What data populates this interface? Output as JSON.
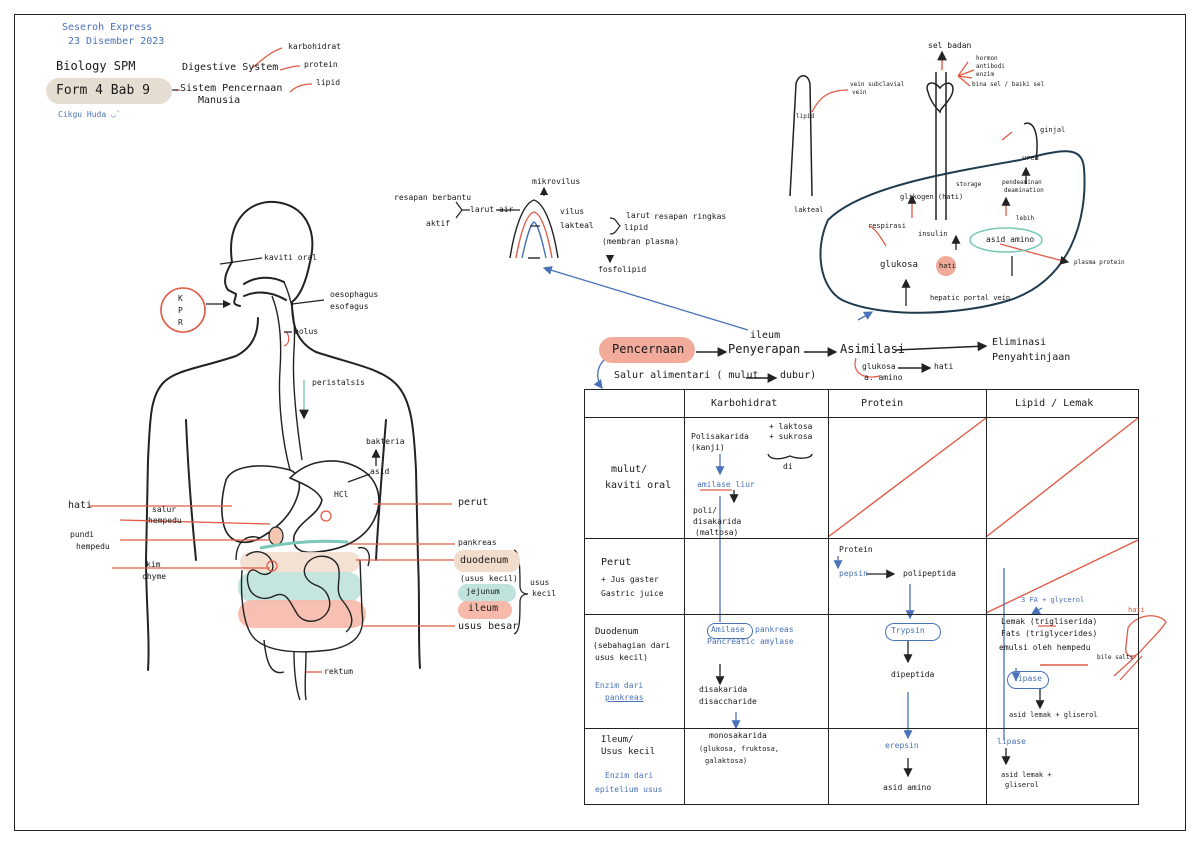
{
  "header": {
    "author_line1": "Seseroh Express",
    "author_line2": "23 Disember 2023",
    "subject": "Biology SPM",
    "chapter": "Form 4 Bab 9",
    "credit": "Cikgu Huda ◡̈",
    "topic_en": "Digestive System",
    "topic_ms_line1": "Sistem Pencernaan",
    "topic_ms_line2": "Manusia",
    "branches": [
      "karbohidrat",
      "protein",
      "lipid"
    ]
  },
  "body_diagram": {
    "labels": {
      "kaviti_oral": "kaviti oral",
      "kpr": [
        "K",
        "P",
        "R"
      ],
      "oesophagus": "oesophagus",
      "esofagus": "esofagus",
      "bolus": "bolus",
      "peristalsis": "peristalsis",
      "bakteria": "bakteria",
      "asid": "asid",
      "hcl": "HCl",
      "hati": "hati",
      "salur_hempedu_1": "salur",
      "salur_hempedu_2": "hempedu",
      "pundi_1": "pundi",
      "pundi_2": "hempedu",
      "kim_1": "kim",
      "kim_2": "chyme",
      "perut": "perut",
      "pankreas": "pankreas",
      "duodenum": "duodenum",
      "usus_kecil_paren": "(usus kecil)",
      "jejunum": "jejunum",
      "ileum": "ileum",
      "usus_kecil_1": "usus",
      "usus_kecil_2": "kecil",
      "usus_besar": "usus besar",
      "rektum": "rektum"
    }
  },
  "villus": {
    "resapan_berbantu": "resapan berbantu",
    "aktif": "aktif",
    "larut_air": "larut air",
    "mikrovilus": "mikrovilus",
    "vilus": "vilus",
    "lakteal": "lakteal",
    "larut_lipid_1": "larut",
    "larut_lipid_2": "lipid",
    "resapan_ringkas": "resapan ringkas",
    "membran_plasma": "(membran plasma)",
    "fosfolipid": "fosfolipid"
  },
  "liver_diagram": {
    "sel_badan": "sel badan",
    "hormon": "hormon",
    "antibodi": "antibodi",
    "enzim": "enzim",
    "bina_sel": "bina sel / baiki sel",
    "vena_subclavial_1": "vein subclavial",
    "vena_subclavial_2": "vein",
    "lipid": "lipid",
    "lakteal": "lakteal",
    "ginjal": "ginjal",
    "urea": "urea",
    "pendeaminan_1": "pendeaminan",
    "pendeaminan_2": "deamination",
    "storage": "storage",
    "glikogen": "glikogen (hati)",
    "respirasi": "respirasi",
    "insulin": "insulin",
    "lebih": "lebih",
    "asid_amino": "asid amino",
    "plasma_protein": "plasma protein",
    "glukosa": "glukosa",
    "hati": "hati",
    "hepatic_vein": "hepatic portal vein"
  },
  "flow": {
    "pencernaan": "Pencernaan",
    "ileum": "ileum",
    "penyerapan": "Penyerapan",
    "asimilasi": "Asimilasi",
    "eliminasi": "Eliminasi",
    "penyahtinjaan": "Penyahtinjaan",
    "glukosa": "glukosa",
    "a_amino": "a. amino",
    "hati": "hati",
    "salur_alimentari": "Salur alimentari ( mulut",
    "dubur": "dubur)"
  },
  "table": {
    "headers": [
      "",
      "Karbohidrat",
      "Protein",
      "Lipid / Lemak"
    ],
    "rows": {
      "mulut": {
        "label_1": "mulut/",
        "label_2": "kaviti oral",
        "karbo": {
          "poli_1": "Polisakarida",
          "poli_2": "(kanji)",
          "amilase": "amilase liur",
          "produk_1": "poli/",
          "produk_2": "disakarida",
          "produk_3": "(maltosa)",
          "di_1": "+ laktosa",
          "di_2": "+ sukrosa",
          "di_3": "di"
        }
      },
      "perut": {
        "label_1": "Perut",
        "label_2": "+ Jus gaster",
        "label_3": "Gastric juice",
        "protein_1": "Protein",
        "pepsin": "pepsin",
        "polipeptida": "polipeptida",
        "lipid_note": "3 FA + glycerol"
      },
      "duodenum": {
        "label_1": "Duodenum",
        "label_2": "(sebahagian dari",
        "label_3": "usus kecil)",
        "label_blue_1": "Enzim dari",
        "label_blue_2": "pankreas",
        "amilase": "Amilase",
        "amilase_note_1": "pankreas",
        "amilase_note_2": "Pancreatic amylase",
        "disakarida_1": "disakarida",
        "disakarida_2": "disaccharide",
        "trypsin": "Trypsin",
        "dipeptida": "dipeptida",
        "lemak_1": "Lemak (trigliserida)",
        "lemak_2": "Fats (triglycerides)",
        "emulsi": "emulsi oleh hempedu",
        "bile": "bile salts",
        "lipase": "lipase",
        "hasil": "asid lemak + gliserol",
        "hati": "hati"
      },
      "ileum": {
        "label_1": "Ileum/",
        "label_2": "Usus kecil",
        "label_blue_1": "Enzim dari",
        "label_blue_2": "epitelium usus",
        "mono_1": "monosakarida",
        "mono_2": "(glukosa, fruktosa,",
        "mono_3": "galaktosa)",
        "erepsin": "erepsin",
        "asid_amino": "asid amino",
        "lipase": "lipase",
        "hasil_1": "asid lemak +",
        "hasil_2": "gliserol"
      }
    }
  },
  "colors": {
    "ink": "#1a1a1a",
    "accent_red": "#e05a45",
    "accent_blue": "#4a72b8",
    "teal": "#7cc8b8",
    "peach": "#f2c6b0",
    "tan": "#e6ddd2"
  }
}
